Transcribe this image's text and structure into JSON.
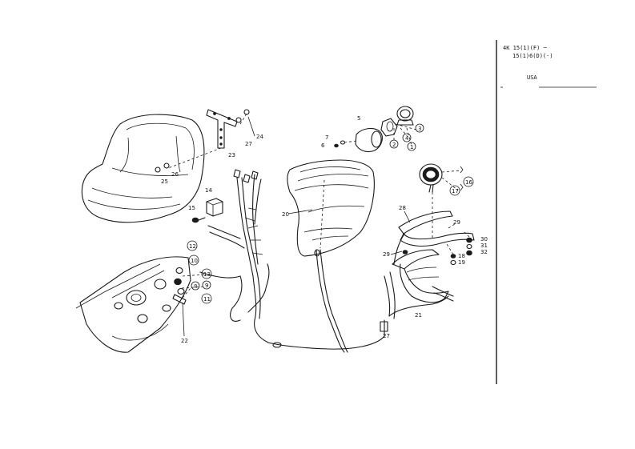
{
  "side_panel": {
    "line1": "4K 15(1)(F) ─",
    "line2": "15(1)6(D)(-)",
    "region": "USA"
  },
  "callouts": {
    "c1": "1",
    "c2": "2",
    "c3": "3",
    "c4": "4",
    "c5": "5",
    "c6": "6",
    "c7": "7",
    "c8": "8",
    "c9": "9",
    "c10": "10",
    "c11": "11",
    "c12": "12",
    "c13": "13",
    "c14": "14",
    "c15": "15",
    "c16": "16",
    "c17": "17",
    "c18": "18",
    "c19": "19",
    "c20": "20",
    "c21": "21",
    "c22": "22",
    "c23": "23",
    "c24": "24",
    "c25": "25",
    "c26": "26",
    "c27": "27",
    "c28": "28",
    "c29": "29",
    "c30": "30",
    "c31": "31",
    "c32": "32"
  }
}
